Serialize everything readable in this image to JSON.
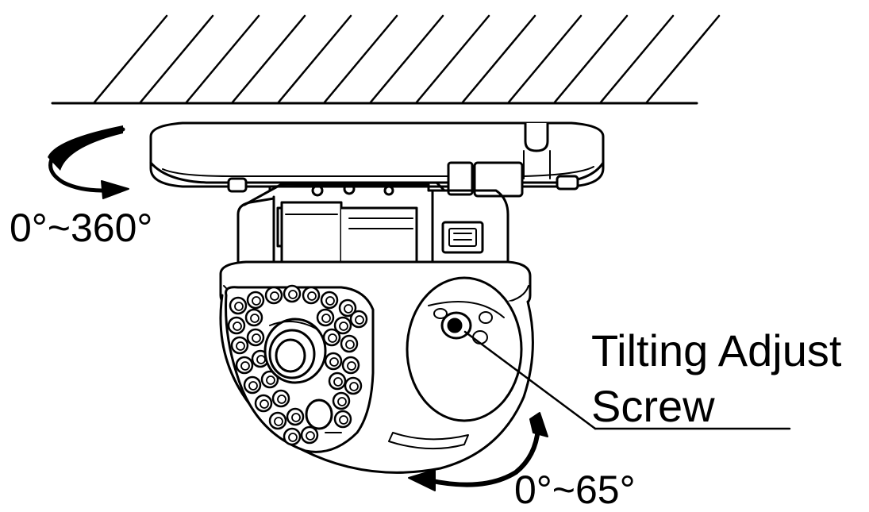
{
  "labels": {
    "pan_range": "0°~360°",
    "tilt_range": "0°~65°",
    "screw_line1": "Tilting Adjust",
    "screw_line2": "Screw"
  },
  "colors": {
    "stroke": "#000000",
    "background": "#ffffff"
  },
  "icons": {
    "pan_arrow": "curved-arrow-icon",
    "tilt_arrow": "curved-arrow-icon"
  }
}
